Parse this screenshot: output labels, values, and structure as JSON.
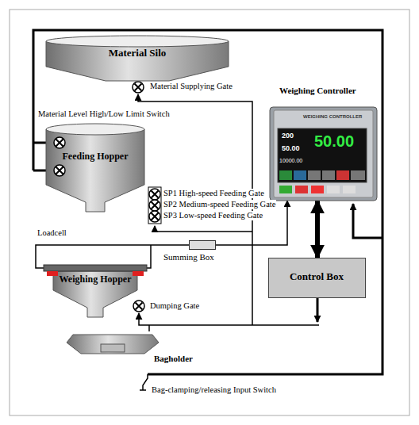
{
  "diagram": {
    "nodes": [
      {
        "text": [
          "Material Silo"
        ]
      },
      {
        "text": [
          "Feeding Hopper"
        ]
      },
      {
        "text": [
          "Weighing Controller"
        ]
      },
      {
        "text": [
          "Summing Box"
        ]
      },
      {
        "text": [
          "Control Box"
        ]
      },
      {
        "text": [
          "Weighing Hopper"
        ]
      },
      {
        "text": [
          "Bagholder"
        ]
      }
    ],
    "edges": [
      {
        "from": 2,
        "to": 4,
        "arrow": "both"
      },
      {
        "from": 3,
        "to": 2,
        "arrow": "to"
      },
      {
        "from": 5,
        "to": 3,
        "arrow": "none"
      }
    ],
    "labels": [
      "Material Supplying Gate",
      "Material Level High/Low Limit Switch",
      "SP1 High-speed Feeding Gate",
      "SP2 Medium-speed Feeding Gate",
      "SP3 Low-speed Feeding Gate",
      "Loadcell",
      "Dumping Gate",
      "Bag-clamping/releasing Input Switch",
      "WEIGHING CONTROLLER",
      "200",
      "50.00",
      "50.00",
      "10000.00"
    ]
  }
}
